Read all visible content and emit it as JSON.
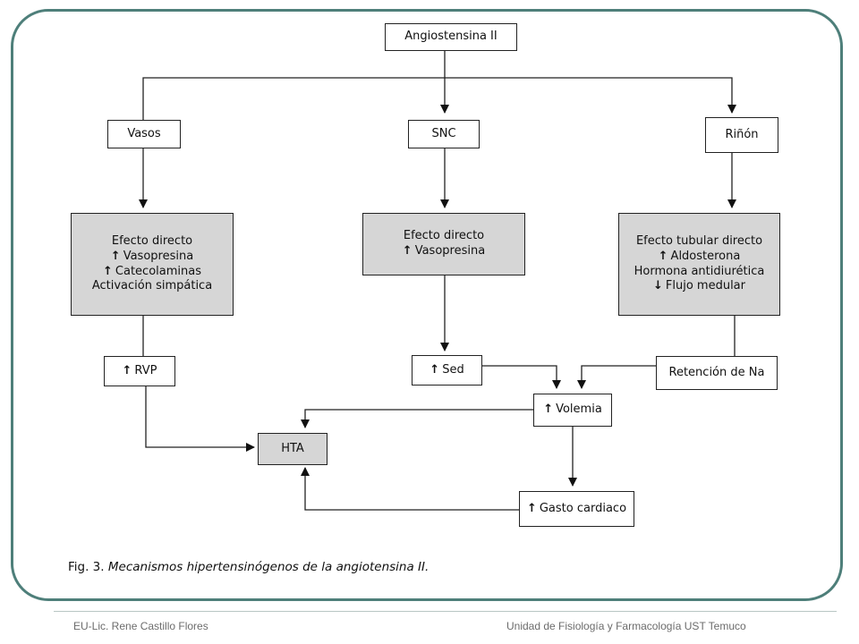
{
  "nodes": {
    "angiotensina": "Angiostensina II",
    "vasos": "Vasos",
    "snc": "SNC",
    "rinon": "Riñón",
    "vasos_effect": [
      {
        "prefix": "",
        "text": "Efecto directo"
      },
      {
        "prefix": "↑",
        "text": "Vasopresina"
      },
      {
        "prefix": "↑",
        "text": "Catecolaminas"
      },
      {
        "prefix": "",
        "text": "Activación simpática"
      }
    ],
    "snc_effect": [
      {
        "prefix": "",
        "text": "Efecto directo"
      },
      {
        "prefix": "↑",
        "text": "Vasopresina"
      }
    ],
    "rinon_effect": [
      {
        "prefix": "",
        "text": "Efecto tubular directo"
      },
      {
        "prefix": "↑",
        "text": "Aldosterona"
      },
      {
        "prefix": "",
        "text": "Hormona antidiurética"
      },
      {
        "prefix": "↓",
        "text": "Flujo medular"
      }
    ],
    "rvp": {
      "prefix": "↑",
      "text": "RVP"
    },
    "sed": {
      "prefix": "↑",
      "text": "Sed"
    },
    "retencion": "Retención de Na",
    "volemia": {
      "prefix": "↑",
      "text": "Volemia"
    },
    "hta": "HTA",
    "gasto": {
      "prefix": "↑",
      "text": "Gasto cardiaco"
    }
  },
  "caption": {
    "prefix": "Fig. 3.",
    "text": "Mecanismos hipertensinógenos de la angiotensina II."
  },
  "footer": {
    "left": "EU-Lic. Rene Castillo Flores",
    "right": "Unidad de Fisiología y Farmacología UST Temuco"
  }
}
